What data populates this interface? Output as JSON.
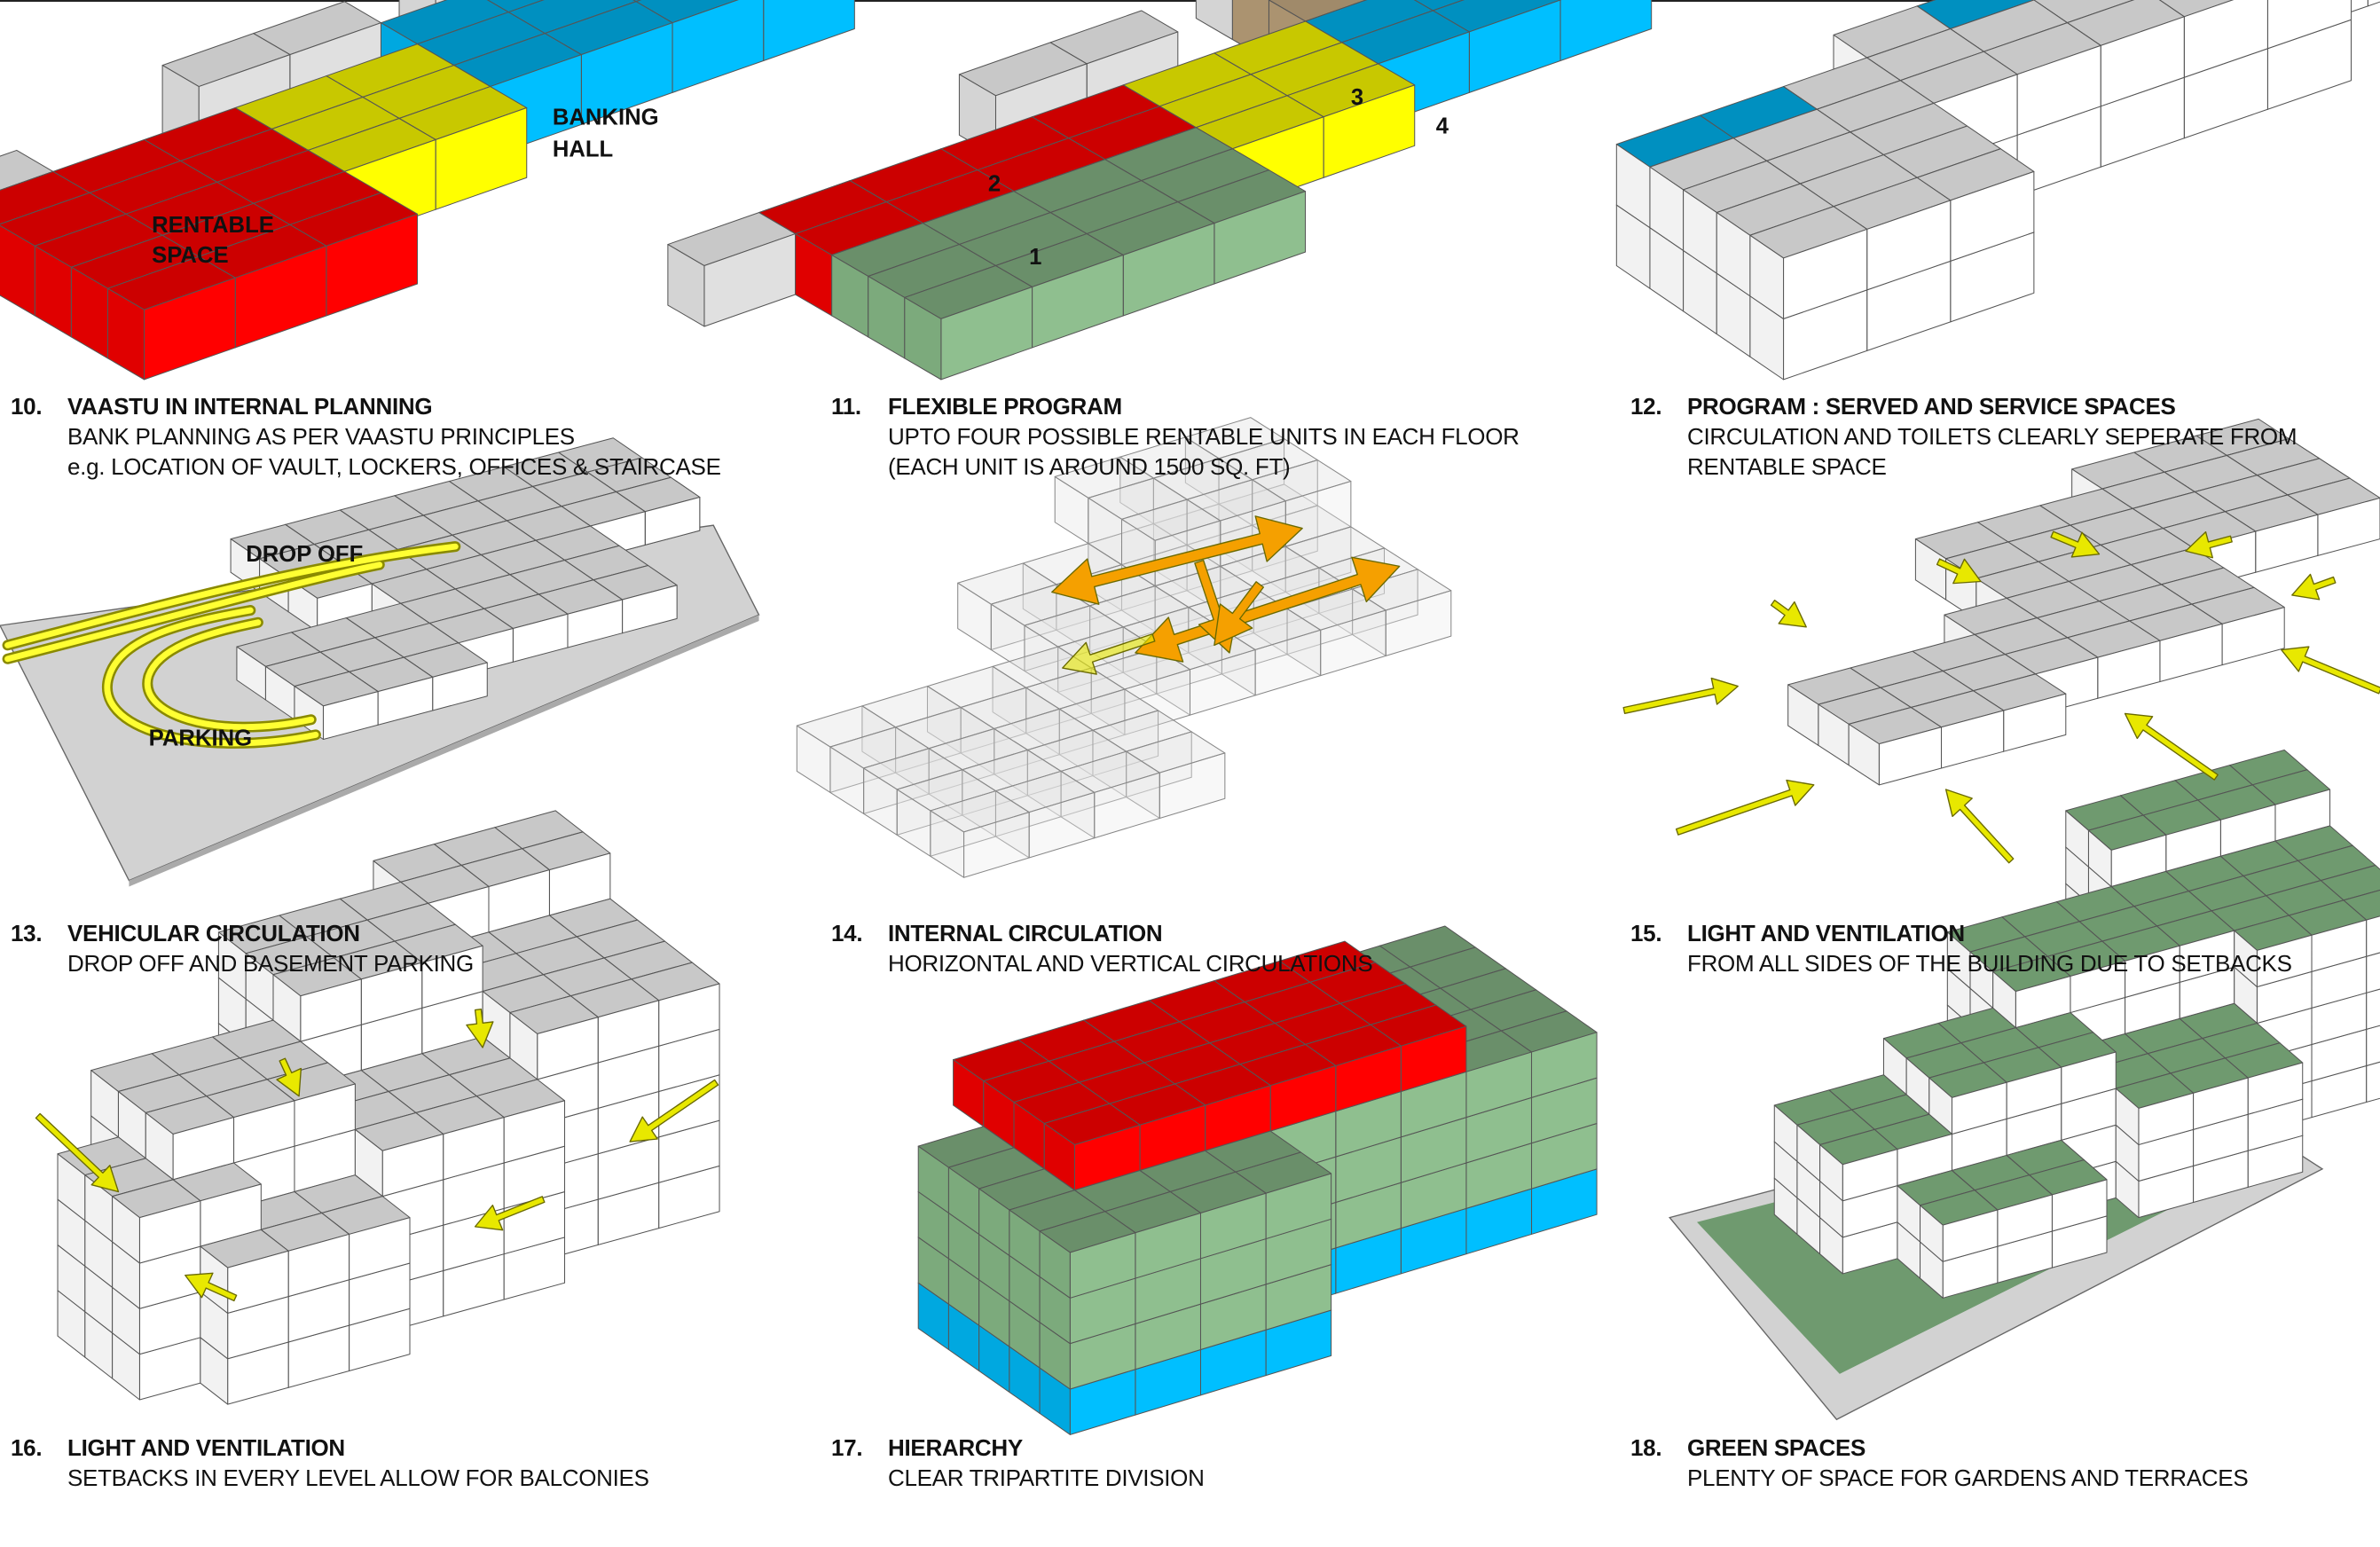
{
  "panels": [
    {
      "number": "10.",
      "title": "VAASTU IN INTERNAL PLANNING",
      "lines": [
        "BANK PLANNING AS PER VAASTU PRINCIPLES",
        "e.g. LOCATION OF VAULT, LOCKERS, OFFICES & STAIRCASE"
      ]
    },
    {
      "number": "11.",
      "title": "FLEXIBLE PROGRAM",
      "lines": [
        "UPTO FOUR POSSIBLE RENTABLE UNITS IN EACH FLOOR",
        "(EACH UNIT  IS AROUND 1500 SQ. FT)"
      ]
    },
    {
      "number": "12.",
      "title": "PROGRAM : SERVED AND SERVICE SPACES",
      "lines": [
        "CIRCULATION AND TOILETS CLEARLY SEPERATE FROM",
        "RENTABLE SPACE"
      ]
    },
    {
      "number": "13.",
      "title": "VEHICULAR CIRCULATION",
      "lines": [
        "DROP OFF AND BASEMENT PARKING"
      ]
    },
    {
      "number": "14.",
      "title": "INTERNAL CIRCULATION",
      "lines": [
        "HORIZONTAL AND VERTICAL CIRCULATIONS"
      ]
    },
    {
      "number": "15.",
      "title": "LIGHT AND VENTILATION",
      "lines": [
        "FROM ALL SIDES OF THE BUILDING DUE TO SETBACKS"
      ]
    },
    {
      "number": "16.",
      "title": "LIGHT AND VENTILATION",
      "lines": [
        "SETBACKS IN EVERY LEVEL ALLOW FOR BALCONIES"
      ]
    },
    {
      "number": "17.",
      "title": "HIERARCHY",
      "lines": [
        "CLEAR TRIPARTITE DIVISION"
      ]
    },
    {
      "number": "18.",
      "title": "GREEN SPACES",
      "lines": [
        "PLENTY OF SPACE FOR GARDENS AND TERRACES"
      ]
    }
  ],
  "labels": {
    "rentable_1": "RENTABLE",
    "rentable_2": "SPACE",
    "banking_1": "BANKING",
    "banking_2": "HALL",
    "unit_1": "1",
    "unit_2": "2",
    "unit_3": "3",
    "unit_4": "4",
    "drop_off": "DROP OFF",
    "parking": "PARKING"
  },
  "colors": {
    "red": "#ff0000",
    "yellow": "#ffff00",
    "blue": "#00bfff",
    "green": "#8fbf8f",
    "brown": "#b89e7a",
    "arrow_yellow": "#e8e800",
    "arrow_orange": "#f5a000"
  }
}
